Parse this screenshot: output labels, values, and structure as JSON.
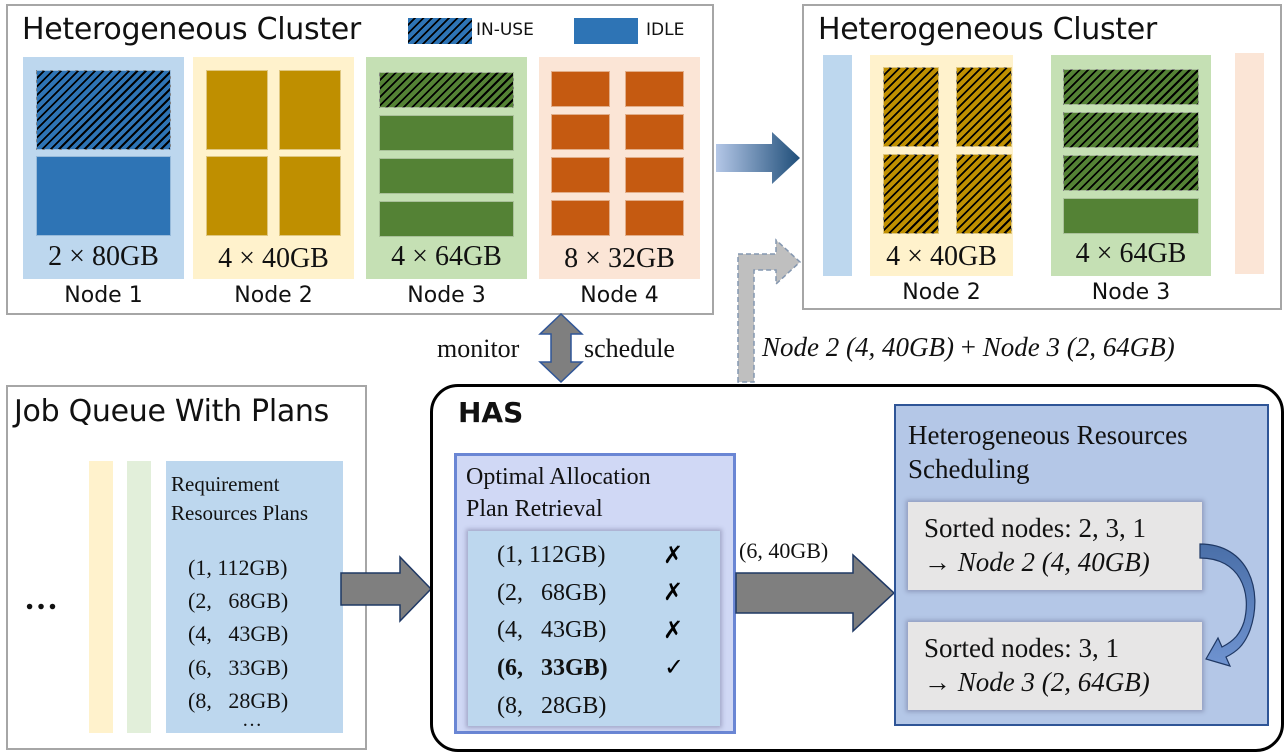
{
  "colors": {
    "node1_bg": "#bdd7ee",
    "node1_gpu": "#2e74b5",
    "node2_bg": "#fff2cc",
    "node2_gpu": "#bf8f00",
    "node3_bg": "#c5e0b4",
    "node3_gpu": "#548235",
    "node4_bg": "#fbe5d6",
    "node4_gpu": "#c55a11",
    "has_left_box": "#d0d8f5",
    "plan_list_bg": "#bdd7ee",
    "has_right_box": "#b4c7e7",
    "sorted_box": "#e7e6e6",
    "panel_border": "#a6a6a6",
    "arrow_gray": "#7f7f7f",
    "arrow_outline": "#2f5597"
  },
  "cluster_before": {
    "title": "Heterogeneous Cluster",
    "legend": [
      {
        "label": "IN-USE",
        "pattern": "hatched"
      },
      {
        "label": "IDLE",
        "pattern": "solid"
      }
    ],
    "nodes": [
      {
        "label": "Node 1",
        "capacity": "2 × 80GB",
        "gpus": 2,
        "in_use": 1
      },
      {
        "label": "Node 2",
        "capacity": "4 × 40GB",
        "gpus": 4,
        "in_use": 0
      },
      {
        "label": "Node 3",
        "capacity": "4 × 64GB",
        "gpus": 4,
        "in_use": 1
      },
      {
        "label": "Node 4",
        "capacity": "8 × 32GB",
        "gpus": 8,
        "in_use": 0
      }
    ]
  },
  "cluster_after": {
    "title": "Heterogeneous Cluster",
    "nodes": [
      {
        "label": "Node 2",
        "capacity": "4 × 40GB",
        "gpus": 4,
        "in_use": 4
      },
      {
        "label": "Node 3",
        "capacity": "4 × 64GB",
        "gpus": 4,
        "in_use": 3
      }
    ]
  },
  "links": {
    "monitor": "monitor",
    "schedule": "schedule",
    "allocation_result": {
      "part1_node": "Node 2",
      "part1_alloc": "(4, 40GB)",
      "plus": "+",
      "part2_node": "Node 3",
      "part2_alloc": "(2, 64GB)"
    },
    "selected_plan": "(6, 40GB)"
  },
  "job_queue": {
    "title": "Job Queue With Plans",
    "ellipsis": "…",
    "header_line1": "Requirement",
    "header_line2": "Resources Plans",
    "plans": [
      "(1, 112GB)",
      "(2,   68GB)",
      "(4,   43GB)",
      "(6,   33GB)",
      "(8,   28GB)"
    ],
    "more": "…"
  },
  "has": {
    "title": "HAS",
    "retrieval": {
      "title_line1": "Optimal Allocation",
      "title_line2": "Plan Retrieval",
      "plans": [
        {
          "text": "(1, 112GB)",
          "mark": "✗",
          "selected": false
        },
        {
          "text": "(2,   68GB)",
          "mark": "✗",
          "selected": false
        },
        {
          "text": "(4,   43GB)",
          "mark": "✗",
          "selected": false
        },
        {
          "text": "(6,   33GB)",
          "mark": "✓",
          "selected": true
        },
        {
          "text": "(8,   28GB)",
          "mark": "",
          "selected": false
        }
      ]
    },
    "scheduling": {
      "title_line1": "Heterogeneous Resources",
      "title_line2": "Scheduling",
      "steps": [
        {
          "sorted": "Sorted nodes: 2, 3, 1",
          "arrow": "→",
          "result": "Node 2 (4, 40GB)"
        },
        {
          "sorted": "Sorted nodes: 3, 1",
          "arrow": "→",
          "result": "Node 3 (2, 64GB)"
        }
      ]
    }
  }
}
